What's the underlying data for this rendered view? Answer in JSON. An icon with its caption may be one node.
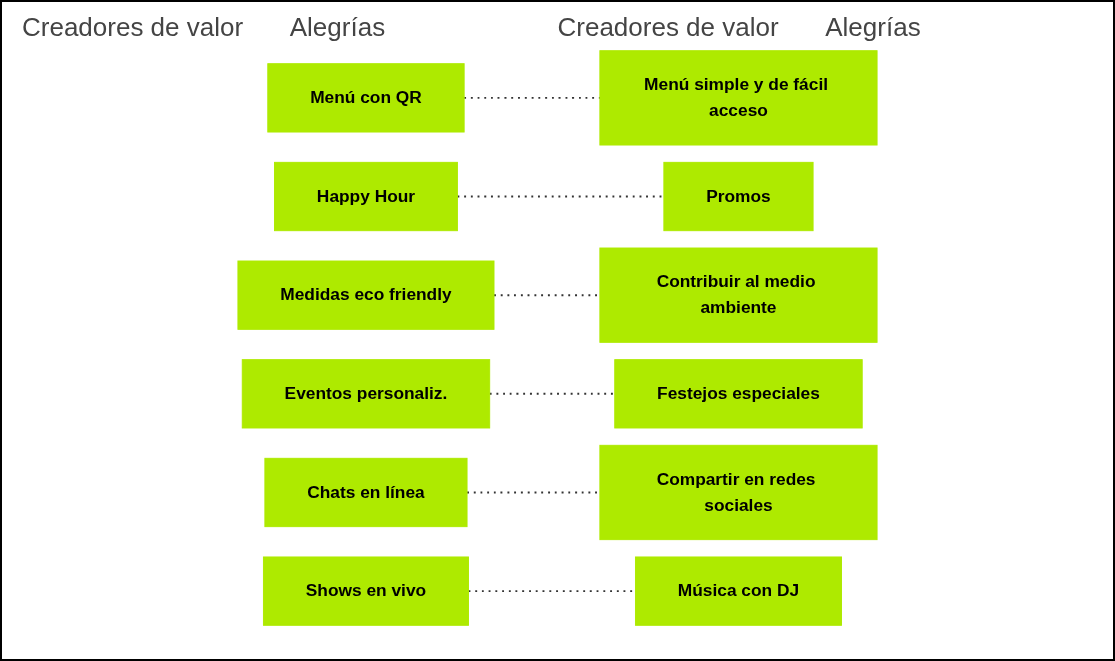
{
  "diagram": {
    "nodes": [
      {
        "text": [
          "Menú con QR"
        ]
      },
      {
        "text": [
          "Menú simple y de fácil acceso"
        ]
      },
      {
        "text": [
          "Happy Hour"
        ]
      },
      {
        "text": [
          "Promos"
        ]
      },
      {
        "text": [
          "Medidas eco friendly"
        ]
      },
      {
        "text": [
          "Contribuir al medio ambiente"
        ]
      },
      {
        "text": [
          "Eventos personaliz."
        ]
      },
      {
        "text": [
          "Festejos especiales"
        ]
      },
      {
        "text": [
          "Chats en línea"
        ]
      },
      {
        "text": [
          "Compartir en redes sociales"
        ]
      },
      {
        "text": [
          "Shows en vivo"
        ]
      },
      {
        "text": [
          "Música con DJ"
        ]
      }
    ],
    "edges": [
      {
        "from": 0,
        "to": 1,
        "arrow": "none",
        "style": "dashed"
      },
      {
        "from": 2,
        "to": 3,
        "arrow": "none",
        "style": "dashed"
      },
      {
        "from": 4,
        "to": 5,
        "arrow": "none",
        "style": "dashed"
      },
      {
        "from": 6,
        "to": 7,
        "arrow": "none",
        "style": "dashed"
      },
      {
        "from": 8,
        "to": 9,
        "arrow": "none",
        "style": "dashed"
      },
      {
        "from": 10,
        "to": 11,
        "arrow": "none",
        "style": "dashed"
      }
    ],
    "labels": [
      "Creadores de valor",
      "Alegrías",
      "Creadores de valor",
      "Alegrías"
    ]
  }
}
